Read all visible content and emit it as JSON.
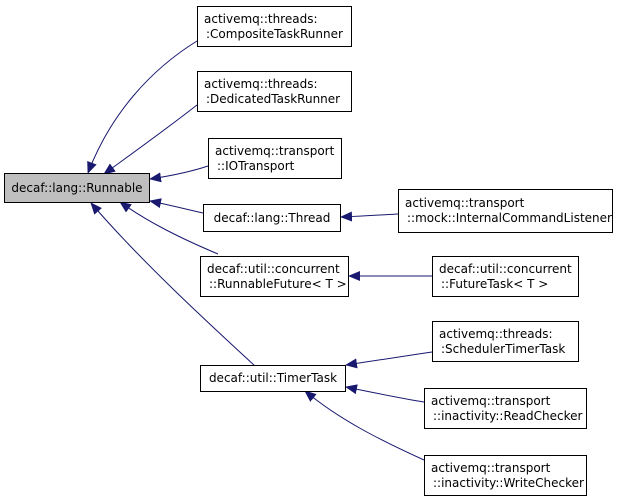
{
  "diagram": {
    "nodes": {
      "runnable": {
        "lines": [
          "decaf::lang::Runnable"
        ]
      },
      "composite": {
        "lines": [
          "activemq::threads:",
          ":CompositeTaskRunner"
        ]
      },
      "dedicated": {
        "lines": [
          "activemq::threads:",
          ":DedicatedTaskRunner"
        ]
      },
      "iotransport": {
        "lines": [
          "activemq::transport",
          "::IOTransport"
        ]
      },
      "thread": {
        "lines": [
          "decaf::lang::Thread"
        ]
      },
      "internal": {
        "lines": [
          "activemq::transport",
          "::mock::InternalCommandListener"
        ]
      },
      "runnablefuture": {
        "lines": [
          "decaf::util::concurrent",
          "::RunnableFuture< T >"
        ]
      },
      "futuretask": {
        "lines": [
          "decaf::util::concurrent",
          "::FutureTask< T >"
        ]
      },
      "timertask": {
        "lines": [
          "decaf::util::TimerTask"
        ]
      },
      "scheduler": {
        "lines": [
          "activemq::threads:",
          ":SchedulerTimerTask"
        ]
      },
      "readchecker": {
        "lines": [
          "activemq::transport",
          "::inactivity::ReadChecker"
        ]
      },
      "writechecker": {
        "lines": [
          "activemq::transport",
          "::inactivity::WriteChecker"
        ]
      }
    },
    "edge_color": "#191970",
    "root_fill": "#bfbfbf"
  }
}
